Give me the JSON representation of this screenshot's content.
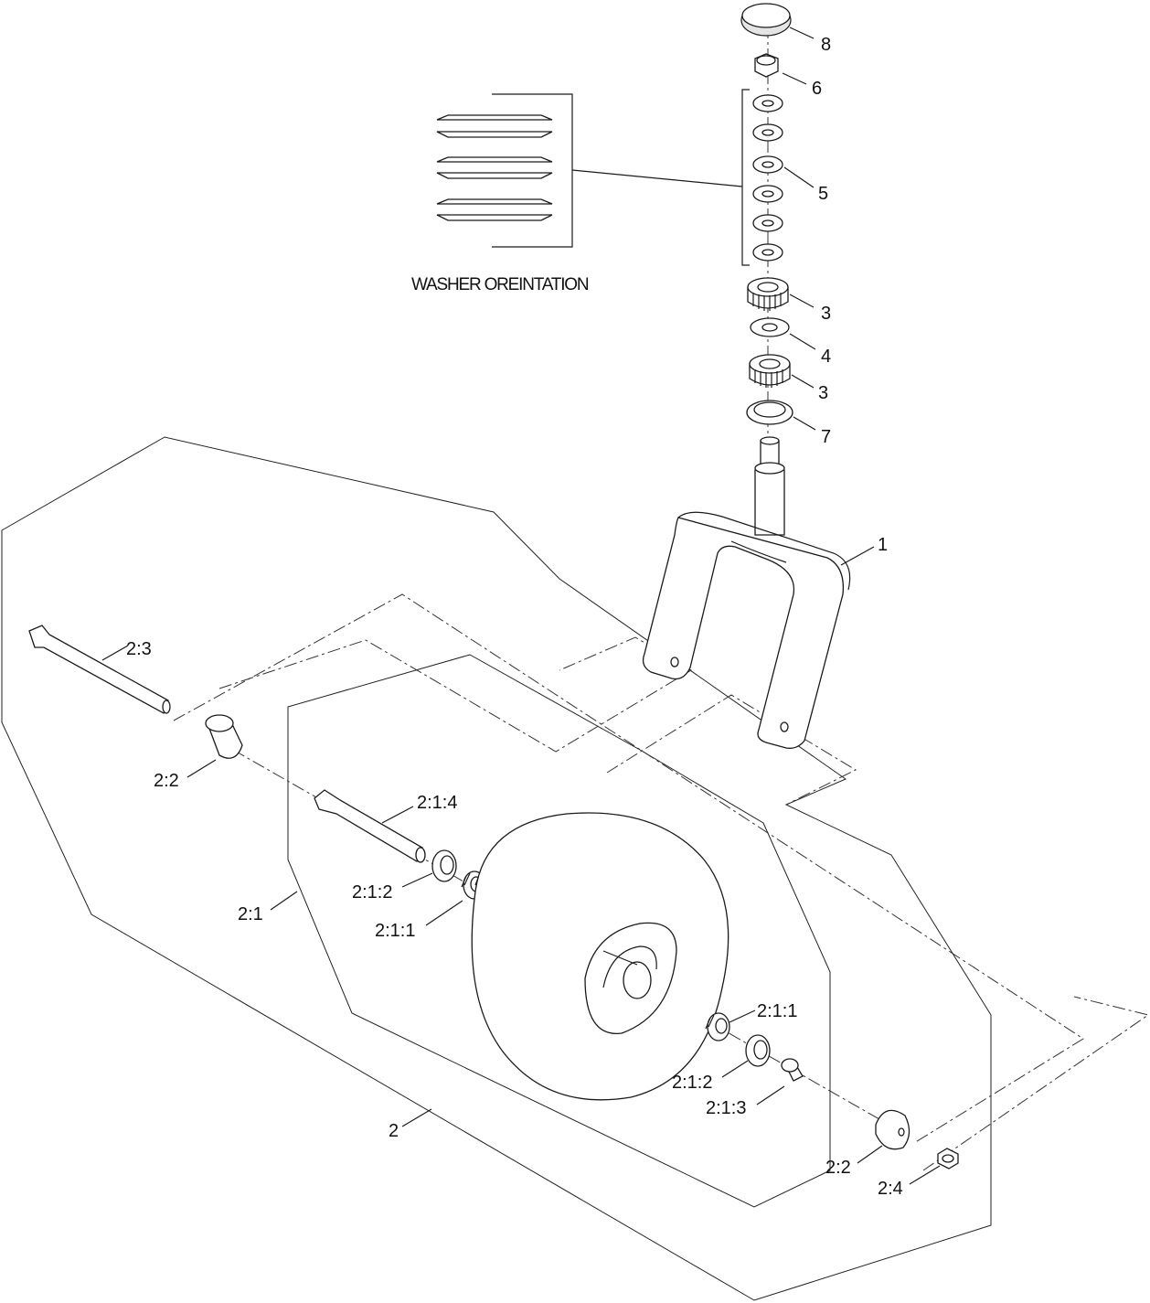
{
  "caption": "WASHER OREINTATION",
  "labels": {
    "p8": "8",
    "p6": "6",
    "p5": "5",
    "p3a": "3",
    "p4": "4",
    "p3b": "3",
    "p7": "7",
    "p1": "1",
    "p2_3": "2:3",
    "p2_2a": "2:2",
    "p2_1_4": "2:1:4",
    "p2_1_2a": "2:1:2",
    "p2_1_1a": "2:1:1",
    "p2_1": "2:1",
    "p2_1_1b": "2:1:1",
    "p2_1_2b": "2:1:2",
    "p2_1_3": "2:1:3",
    "p2": "2",
    "p2_2b": "2:2",
    "p2_4": "2:4"
  }
}
